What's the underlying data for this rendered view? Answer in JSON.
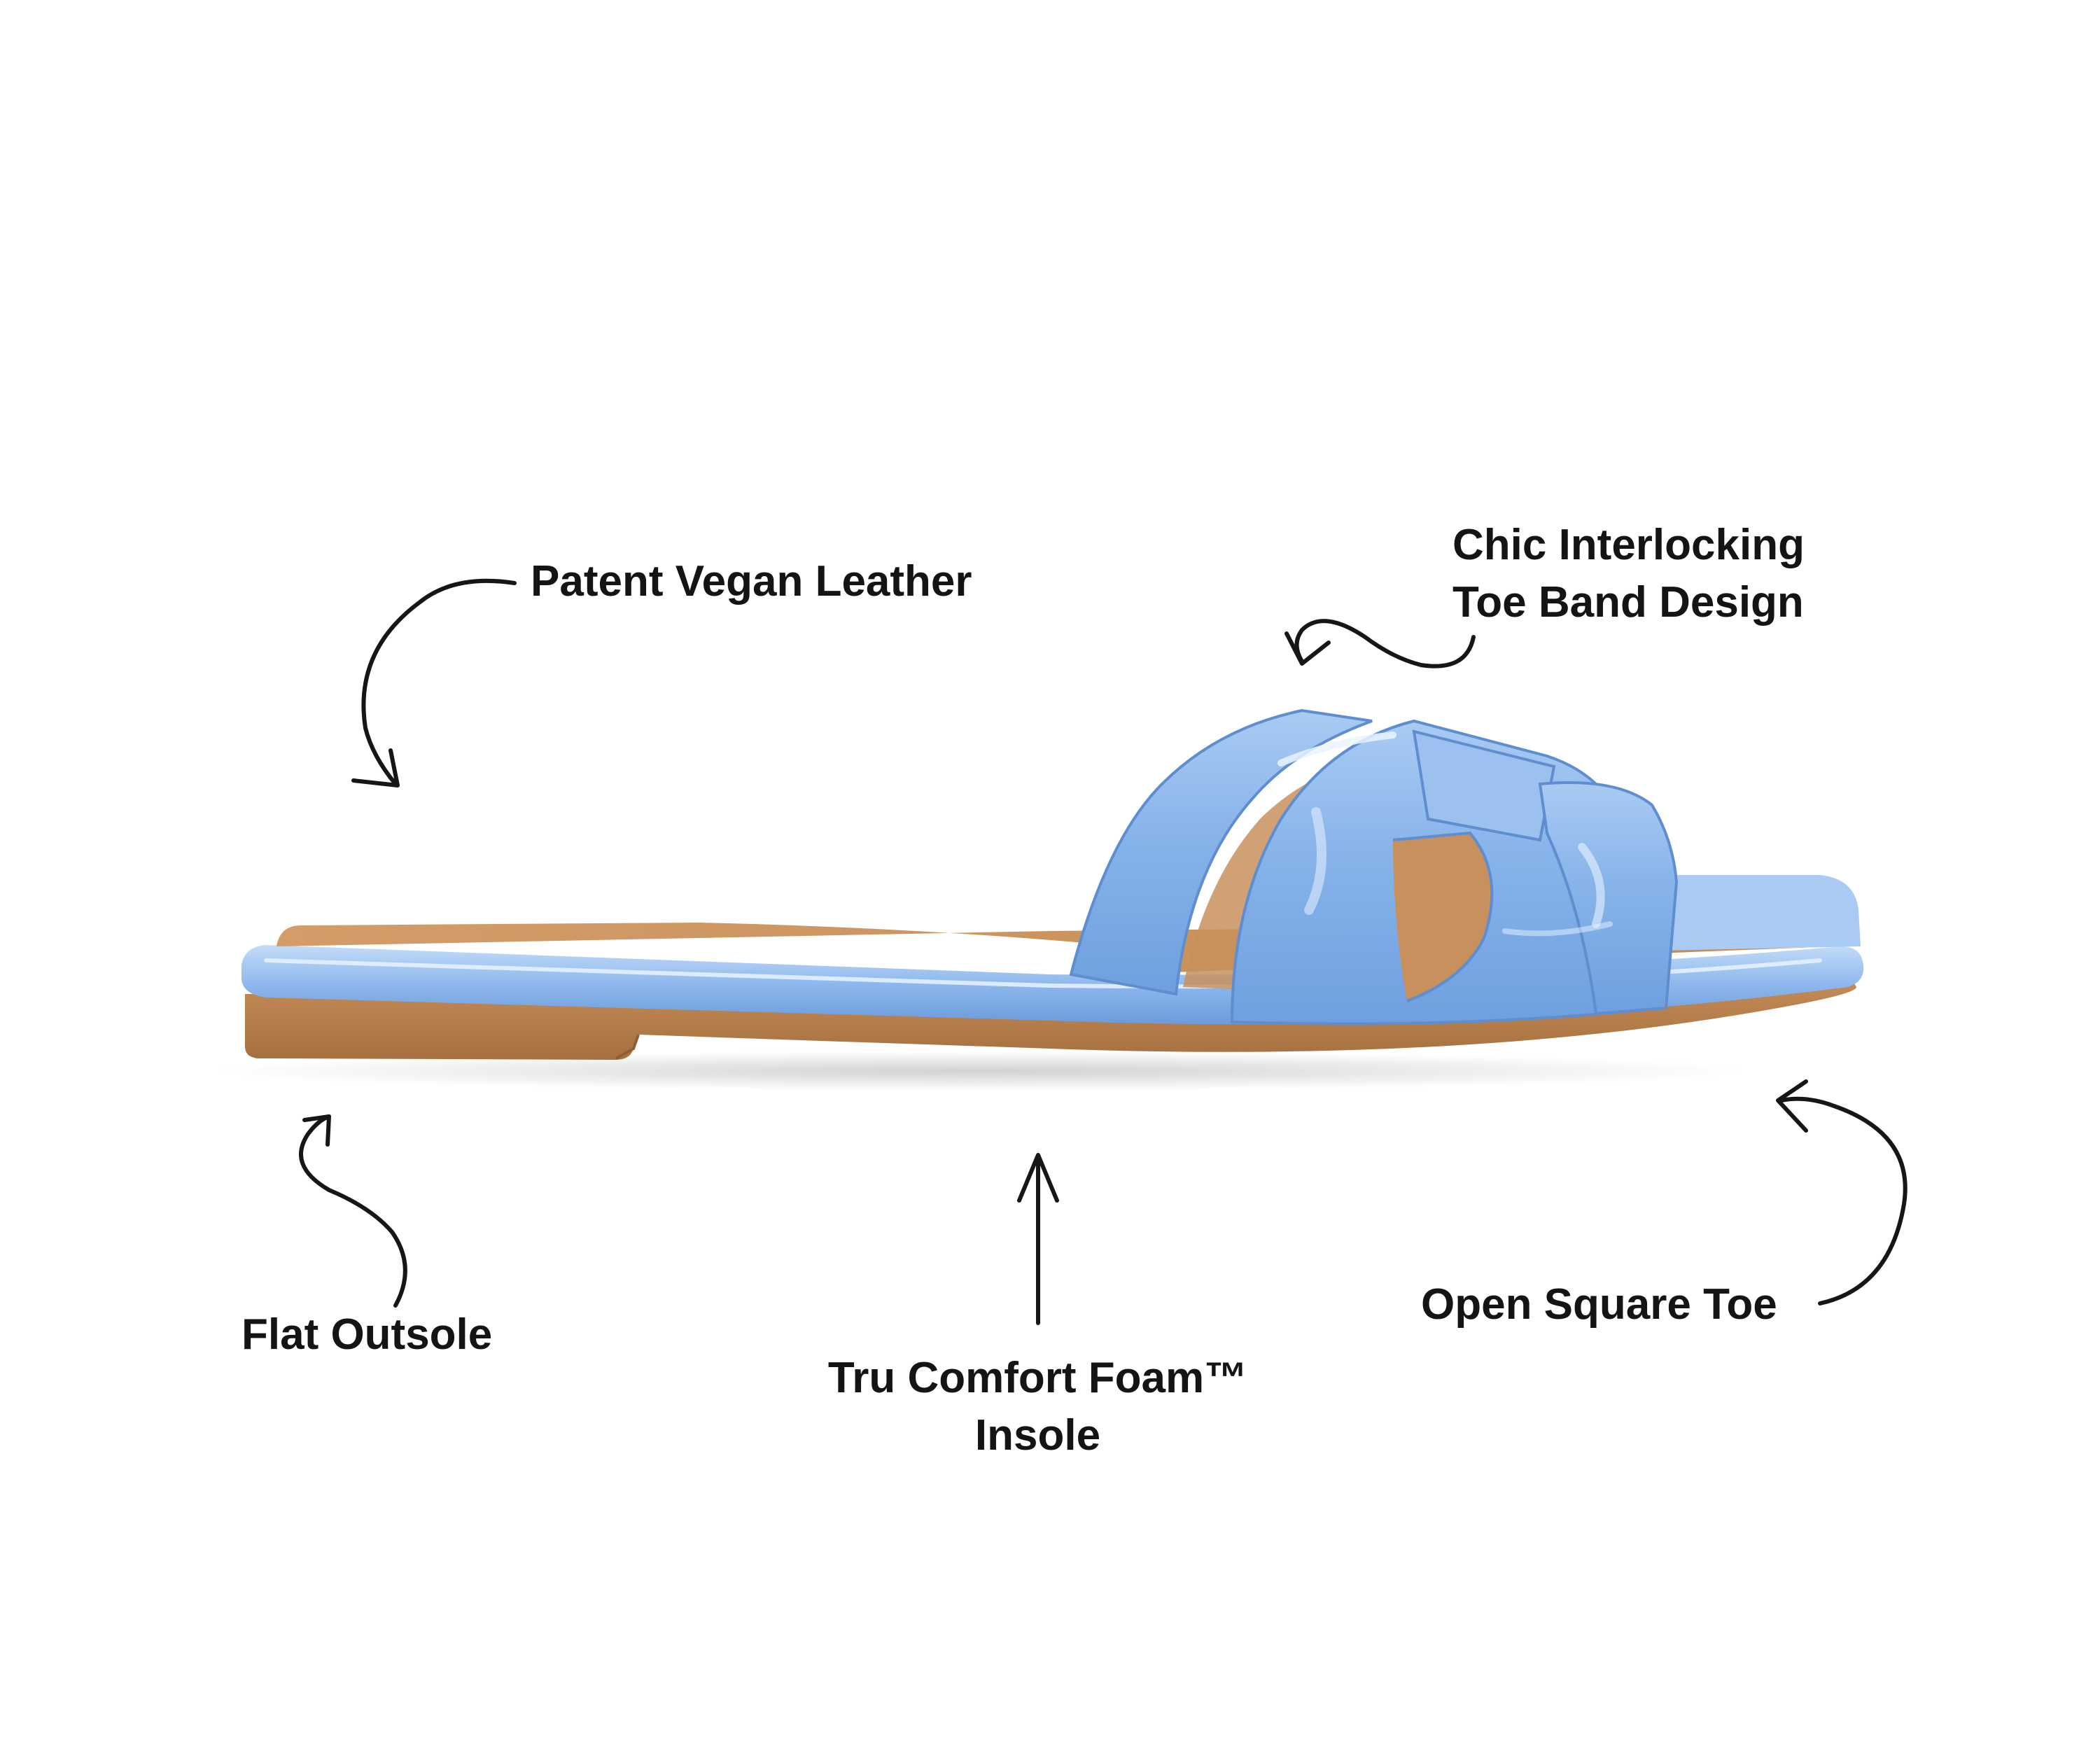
{
  "colors": {
    "background": "#ffffff",
    "strap": "#87b3ea",
    "strap_highlight": "#d9e9fb",
    "strap_shadow": "#5f8ed0",
    "footbed": "#c8905c",
    "sole": "#b87f4b",
    "sole_dark": "#8f5f33",
    "annotation_text": "#141414"
  },
  "product": {
    "name": "blue patent slide sandal",
    "icon": "sandal-image"
  },
  "callouts": {
    "patent_leather": {
      "line1": "Patent Vegan Leather"
    },
    "toe_band": {
      "line1": "Chic Interlocking",
      "line2": "Toe Band Design"
    },
    "outsole": {
      "line1": "Flat Outsole"
    },
    "insole": {
      "line1": "Tru Comfort Foam™",
      "line2": "Insole"
    },
    "square_toe": {
      "line1": "Open Square Toe"
    }
  },
  "arrows": [
    {
      "name": "arrow-patent-leather",
      "icon": "curved-arrow-icon"
    },
    {
      "name": "arrow-toe-band",
      "icon": "wavy-arrow-icon"
    },
    {
      "name": "arrow-outsole",
      "icon": "wavy-arrow-icon"
    },
    {
      "name": "arrow-insole",
      "icon": "straight-arrow-icon"
    },
    {
      "name": "arrow-square-toe",
      "icon": "curved-arrow-icon"
    }
  ]
}
